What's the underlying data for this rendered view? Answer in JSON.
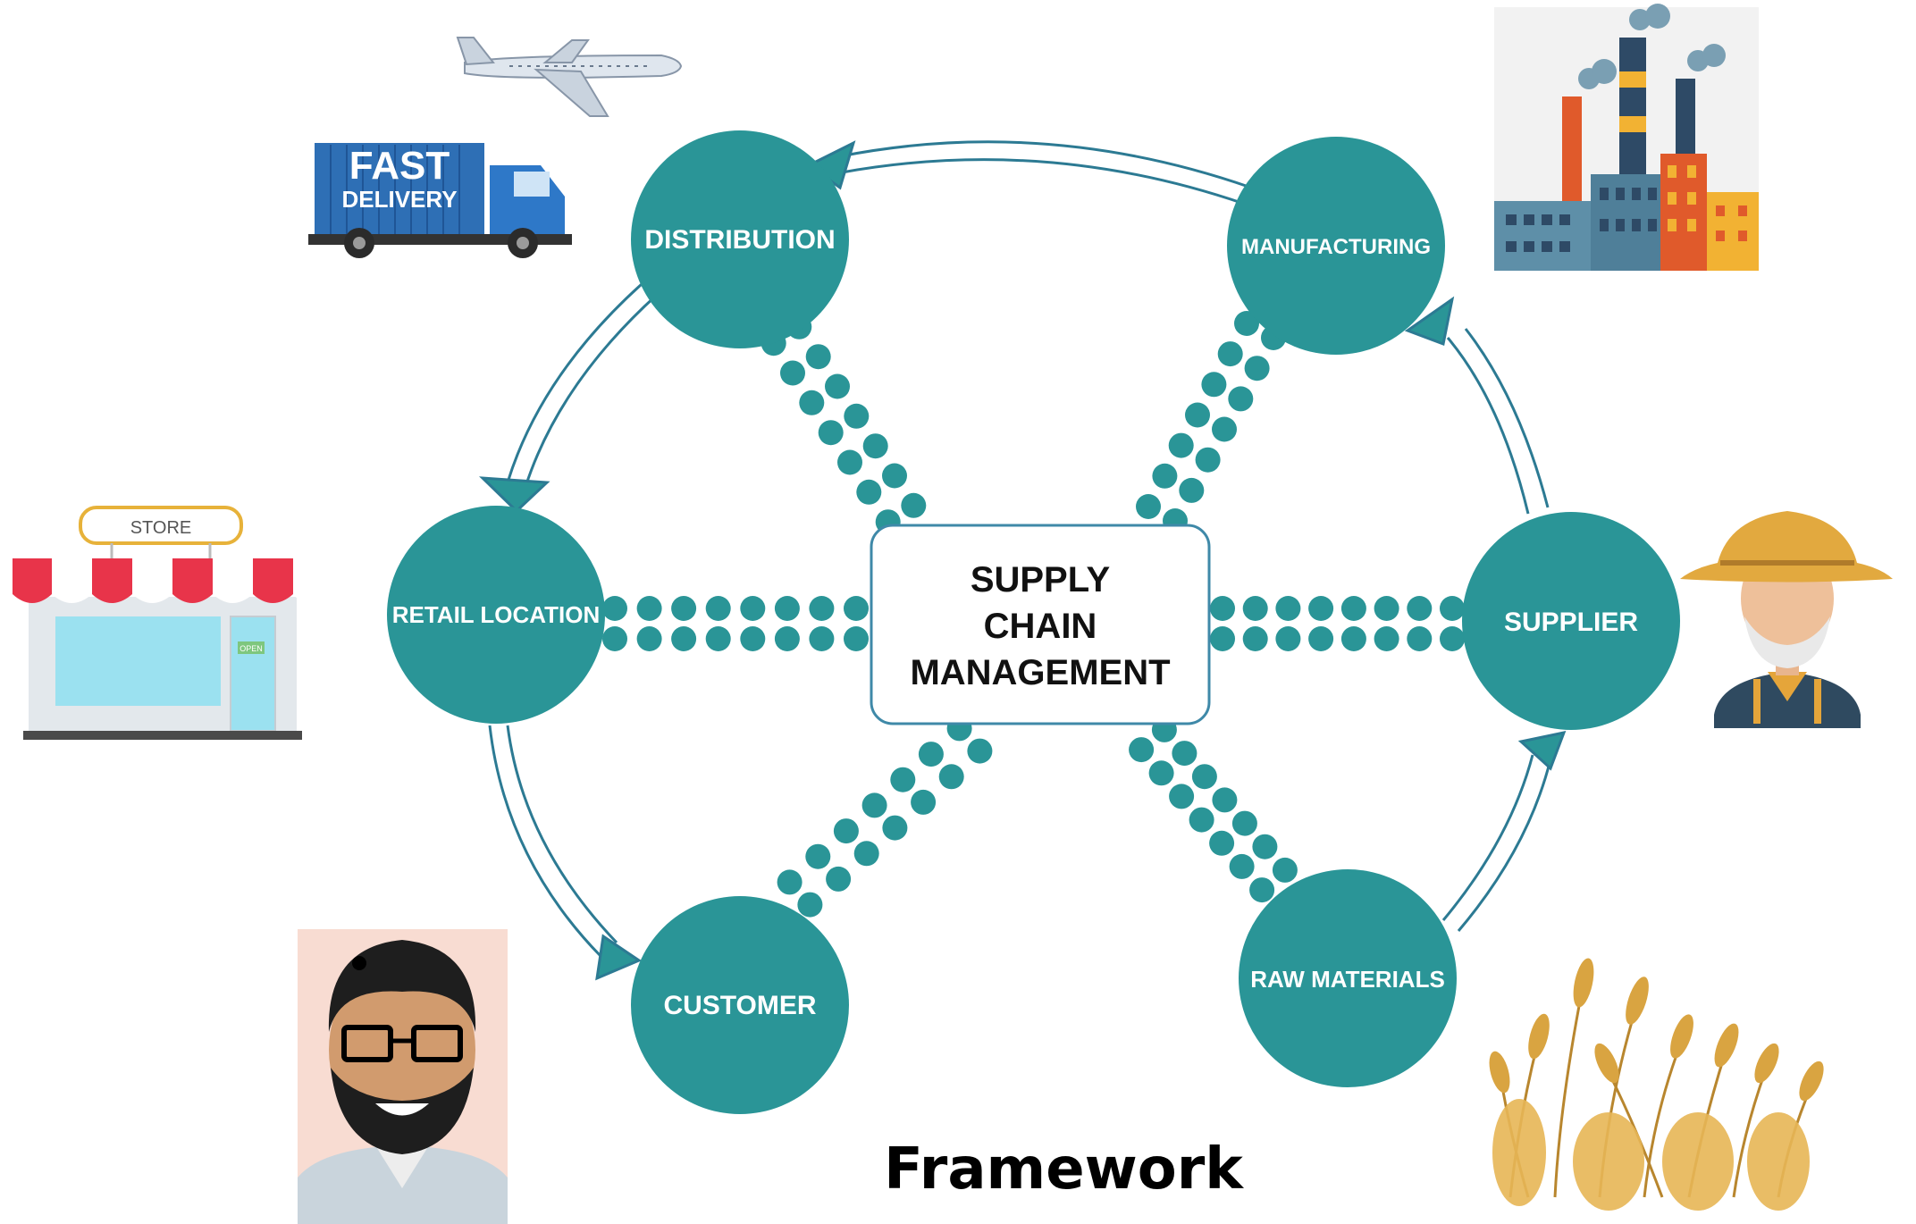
{
  "center": {
    "line1": "SUPPLY",
    "line2": "CHAIN",
    "line3": "MANAGEMENT"
  },
  "nodes": {
    "distribution": "DISTRIBUTION",
    "manufacturing": "MANUFACTURING",
    "retail": "RETAIL LOCATION",
    "supplier": "SUPPLIER",
    "customer": "CUSTOMER",
    "raw_materials": "RAW MATERIALS"
  },
  "illustrations": {
    "truck_line1": "FAST",
    "truck_line2": "DELIVERY",
    "store_sign": "STORE",
    "open_sign": "OPEN"
  },
  "caption": "Framework",
  "colors": {
    "node": "#2A9597",
    "arrow": "#2C7A93",
    "center_border": "#3F89A8"
  }
}
